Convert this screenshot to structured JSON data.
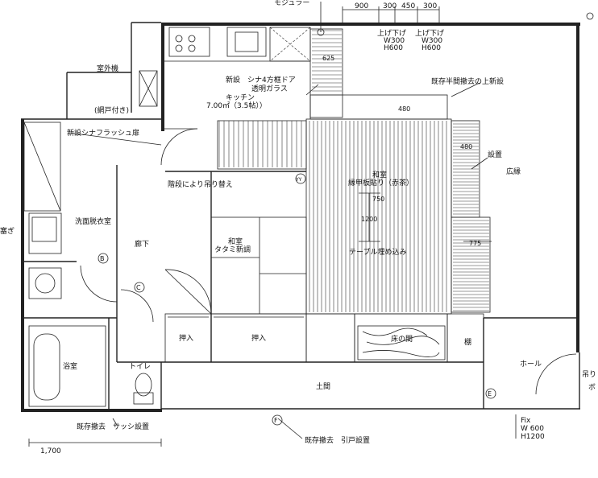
{
  "labels": {
    "mosuraa": "モジュラー",
    "dims_top": [
      "900",
      "300",
      "450",
      "300"
    ],
    "ageoroshi1": [
      "上げ下げ",
      "W300",
      "H600"
    ],
    "ageoroshi2": [
      "上げ下げ",
      "W300",
      "H600"
    ],
    "d625": "625",
    "d480a": "480",
    "d480b": "480",
    "d750": "750",
    "d1200": "1200",
    "d775": "775",
    "shitsugaiki": "室外機",
    "amido": "(網戸付き)",
    "shinsetsu_shina_flush": "新設シナフラッシュ扉",
    "shinsetsu_door": "新設　シナ4方框ドア",
    "tomei_glass": "透明ガラス",
    "kitchen": "キッチン",
    "kitchen_area": "7.00㎡（3.5帖））",
    "kison_hankan": "既存半間撤去の上新設",
    "setchi": "設置",
    "hiroen": "広縁",
    "washitsu1_name": "和室",
    "washitsu1_floor": "縁甲板貼り（赤茶）",
    "table_umekomi": "テーブル埋め込み",
    "kaidan": "階段により吊り替え",
    "yy": "YY",
    "senmen": "洗面脱衣室",
    "rouka": "廊下",
    "b_mark": "B",
    "c_mark": "C",
    "washitsu2_name": "和室",
    "washitsu2_floor": "タタミ新調",
    "oshiire1": "押入",
    "oshiire2": "押入",
    "tokonoma": "床の間",
    "ki": "棚",
    "hall": "ホール",
    "yokushitsu": "浴室",
    "toilet": "トイレ",
    "doma": "土間",
    "e_mark": "E",
    "f_mark": "F",
    "kison_sash": "既存撤去　サッシ設置",
    "kison_hikido": "既存撤去　引戸設置",
    "fix": [
      "Fix",
      "W 600",
      "H1200"
    ],
    "tsuri": "吊り",
    "d1700": "1,700",
    "left_edge": "塞ぎ",
    "right_edge_box": "ボ"
  }
}
